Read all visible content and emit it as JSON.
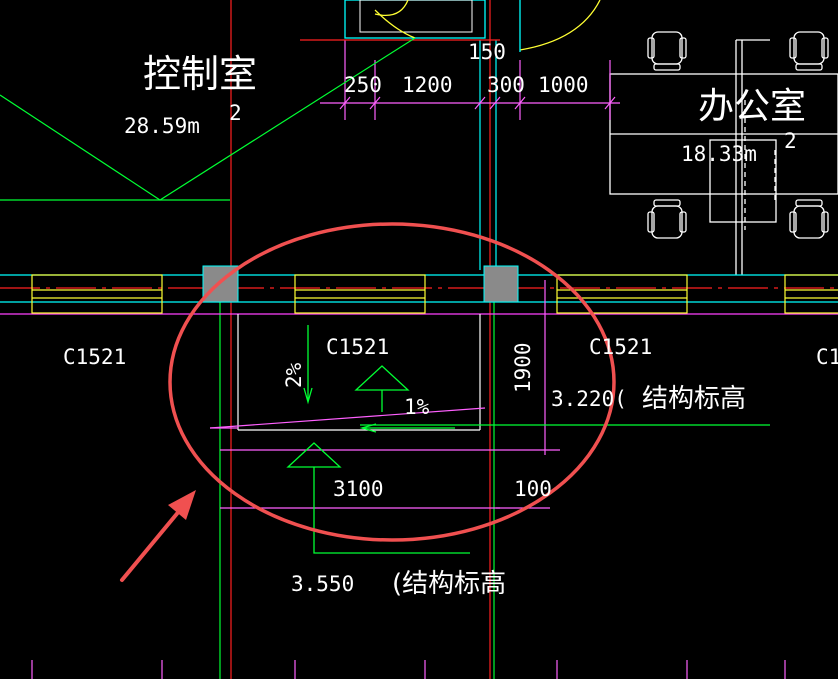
{
  "colors": {
    "background": "#000000",
    "text": "#ffffff",
    "wall_cyan": "#00ffff",
    "axis_red": "#ff2020",
    "window_yellow": "#ffff33",
    "magenta_line": "#ff40ff",
    "green_line": "#00ff33",
    "dim_pink": "#ff60ff",
    "column_gray": "#8a8a8a",
    "highlight_ellipse": "#f05050",
    "arrow_red": "#f05050"
  },
  "rooms": [
    {
      "name": "控制室",
      "area": "28.59m",
      "unit": "2"
    },
    {
      "name": "办公室",
      "area": "18.33m",
      "unit": "2"
    }
  ],
  "top_dimensions": [
    "250",
    "1200",
    "150",
    "300",
    "1000"
  ],
  "window_labels": [
    "C1521",
    "C1521",
    "C1521",
    "C1"
  ],
  "slopes": [
    "2%",
    "1%"
  ],
  "side_dimension": "1900",
  "bottom_dimensions": [
    "3100",
    "100"
  ],
  "elevations": [
    {
      "value": "3.220(",
      "note": "结构标高"
    },
    {
      "value": "3.550",
      "note": "(结构标高"
    }
  ],
  "icons": {
    "elevation_marker": "triangle-elevation-icon",
    "office_chair": "chair-icon",
    "annotation_arrow": "red-arrow-icon"
  }
}
